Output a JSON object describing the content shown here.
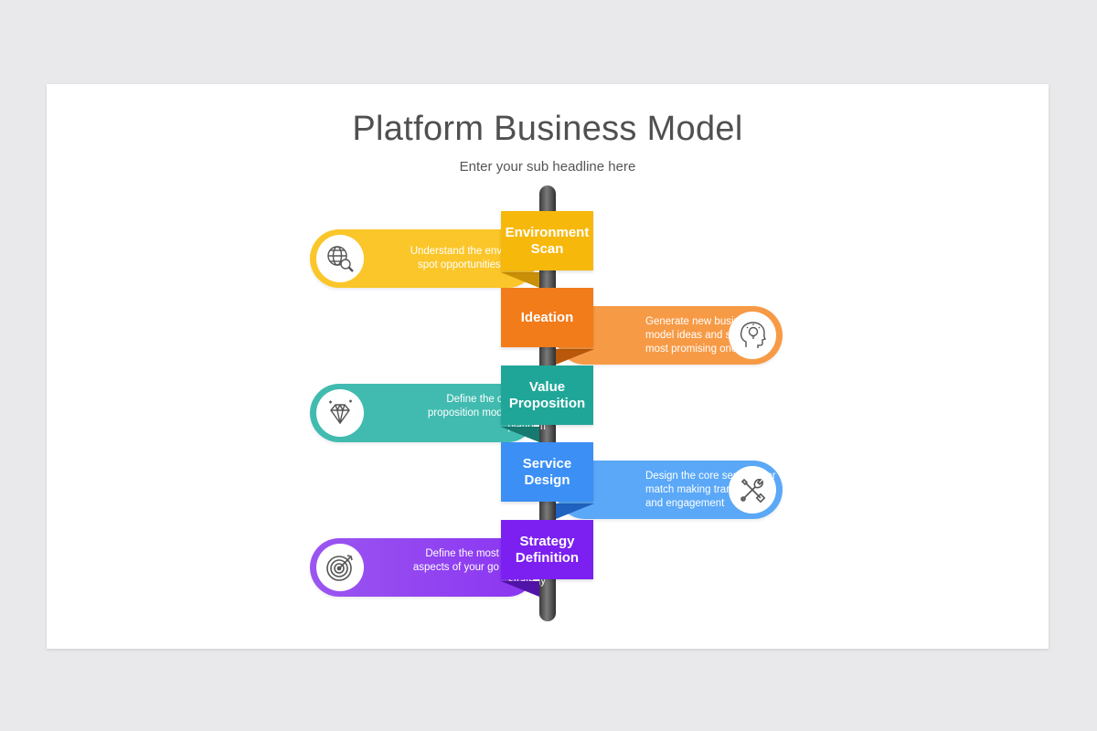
{
  "title": "Platform Business Model",
  "subtitle": "Enter your sub headline here",
  "steps": [
    {
      "label_line1": "Environment",
      "label_line2": "Scan",
      "description": "Understand the environment, spot opportunities and risks",
      "icon": "globe-search-icon",
      "color": "#f9c31f",
      "sign_color": "#f6b707",
      "side": "left"
    },
    {
      "label_line1": "Ideation",
      "label_line2": "",
      "description": "Generate new business model ideas and select the most promising one",
      "icon": "head-lightbulb-icon",
      "color": "#f79a45",
      "sign_color": "#f07a1a",
      "side": "right"
    },
    {
      "label_line1": "Value",
      "label_line2": "Proposition",
      "description": "Define the core value proposition model of your platform",
      "icon": "diamond-icon",
      "color": "#3dbbb0",
      "sign_color": "#1fa597",
      "side": "left"
    },
    {
      "label_line1": "Service",
      "label_line2": "Design",
      "description": "Design the core services for match making transaction and engagement",
      "icon": "tools-icon",
      "color": "#5aa8f7",
      "sign_color": "#3b8ff5",
      "side": "right"
    },
    {
      "label_line1": "Strategy",
      "label_line2": "Definition",
      "description": "Define the most important aspects of your go to market strategy",
      "icon": "target-icon",
      "color": "#9b4cf0",
      "sign_color": "#7b1ff0",
      "side": "left"
    }
  ]
}
